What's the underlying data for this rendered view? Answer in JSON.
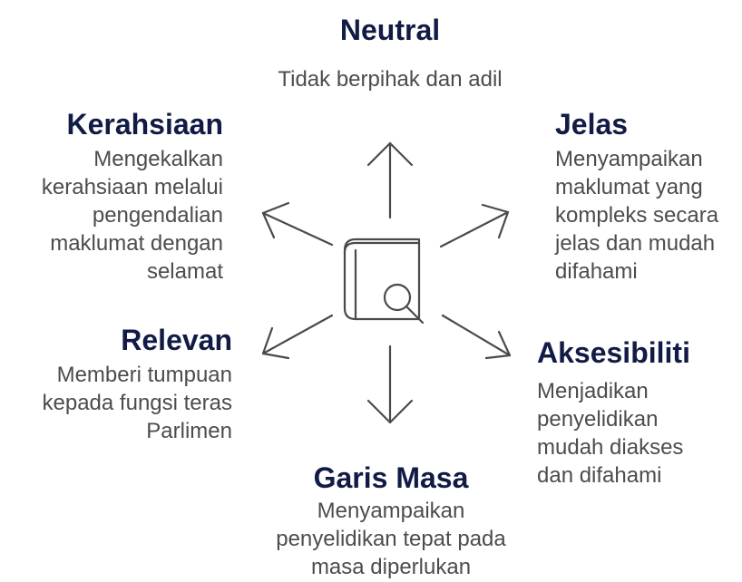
{
  "center_icon": "book-search-icon",
  "colors": {
    "title": "#111b45",
    "description": "#4c4c4c",
    "lines": "#4a4a4a"
  },
  "nodes": {
    "neutral": {
      "title": "Neutral",
      "description": "Tidak berpihak dan adil"
    },
    "jelas": {
      "title": "Jelas",
      "description": "Menyampaikan maklumat yang kompleks secara jelas dan mudah difahami"
    },
    "aksesibiliti": {
      "title": "Aksesibiliti",
      "description": "Menjadikan penyelidikan mudah diakses dan difahami"
    },
    "garis_masa": {
      "title": "Garis Masa",
      "description": "Menyampaikan penyelidikan tepat pada masa diperlukan"
    },
    "relevan": {
      "title": "Relevan",
      "description": "Memberi tumpuan kepada fungsi teras Parlimen"
    },
    "kerahsiaan": {
      "title": "Kerahsiaan",
      "description": "Mengekalkan kerahsiaan melalui pengendalian maklumat dengan selamat"
    }
  }
}
